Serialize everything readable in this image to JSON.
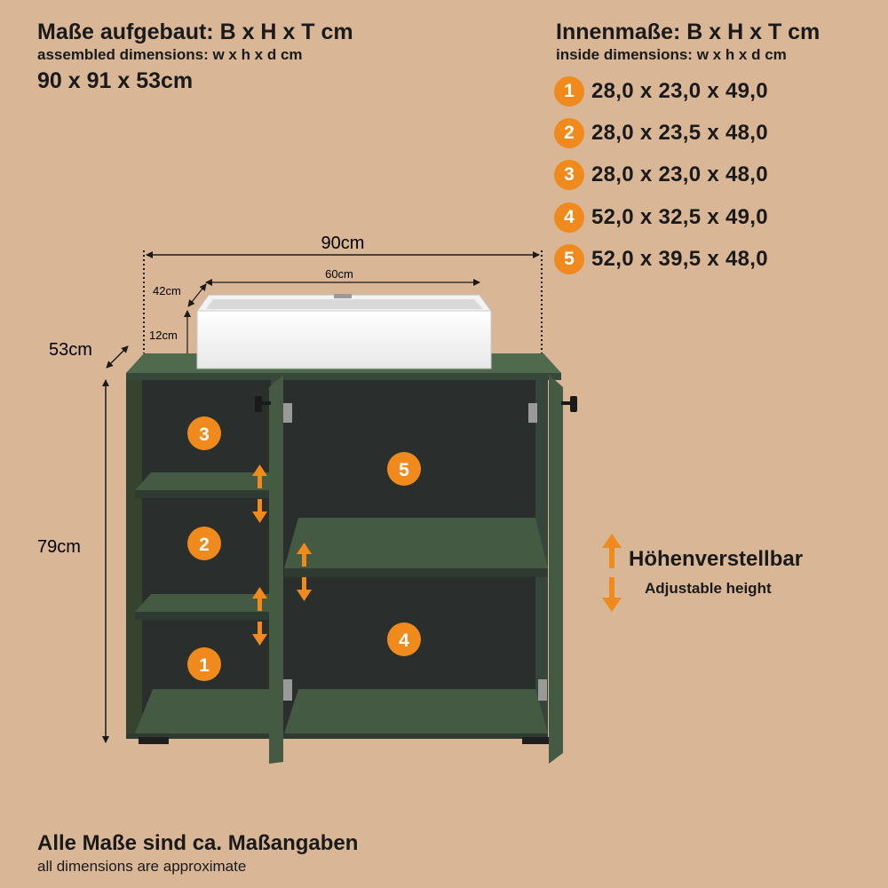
{
  "header_left": {
    "title": "Maße aufgebaut: B x H x T cm",
    "subtitle": "assembled dimensions: w x h x d cm",
    "value": "90 x 91 x 53cm"
  },
  "header_right": {
    "title": "Innenmaße: B x H x T cm",
    "subtitle": "inside dimensions: w x h x d cm",
    "items": [
      {
        "num": "1",
        "dims": "28,0 x 23,0 x 49,0"
      },
      {
        "num": "2",
        "dims": "28,0 x 23,5 x 48,0"
      },
      {
        "num": "3",
        "dims": "28,0 x 23,0 x 48,0"
      },
      {
        "num": "4",
        "dims": "52,0 x 32,5 x 49,0"
      },
      {
        "num": "5",
        "dims": "52,0 x 39,5 x 48,0"
      }
    ]
  },
  "measurements": {
    "width": "90cm",
    "basin_width": "60cm",
    "basin_depth": "42cm",
    "basin_height": "12cm",
    "depth": "53cm",
    "cabinet_height": "79cm"
  },
  "compartments": {
    "c1": "1",
    "c2": "2",
    "c3": "3",
    "c4": "4",
    "c5": "5"
  },
  "legend": {
    "de": "Höhenverstellbar",
    "en": "Adjustable height"
  },
  "footer": {
    "de": "Alle Maße sind ca. Maßangaben",
    "en": "all dimensions are approximate"
  },
  "colors": {
    "background": "#d8b696",
    "cabinet": "#445a43",
    "accent": "#f08a1c"
  }
}
